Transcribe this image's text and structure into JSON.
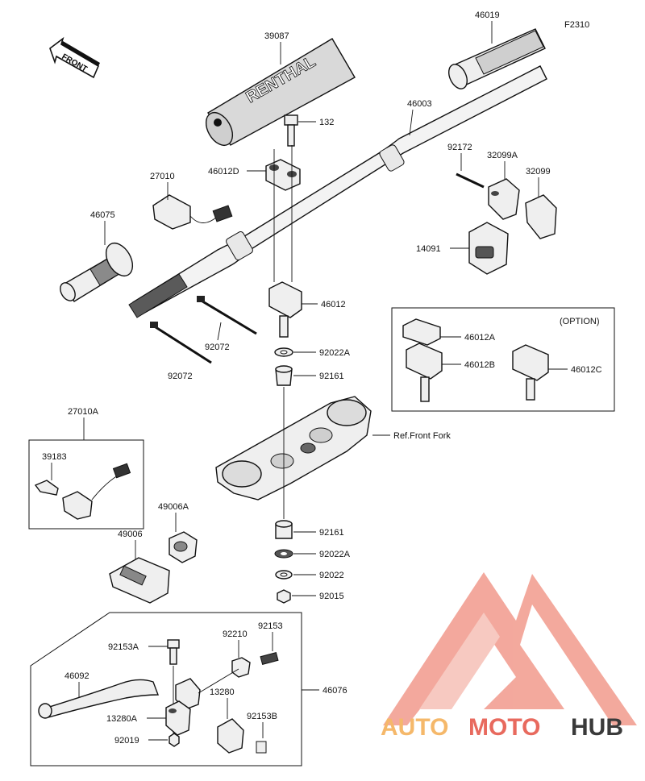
{
  "figure_code": "F2310",
  "front_marker": "FRONT",
  "ref_note": "Ref.Front Fork",
  "option_label": "(OPTION)",
  "labels": {
    "p39087": "39087",
    "p46019": "46019",
    "p132": "132",
    "p46003": "46003",
    "p46012D": "46012D",
    "p27010": "27010",
    "p92172": "92172",
    "p32099A": "32099A",
    "p32099": "32099",
    "p46075": "46075",
    "p14091": "14091",
    "p46012": "46012",
    "p92072a": "92072",
    "p92072b": "92072",
    "p92022A_top": "92022A",
    "p92161_top": "92161",
    "p46012A": "46012A",
    "p46012B": "46012B",
    "p46012C": "46012C",
    "p27010A": "27010A",
    "p39183": "39183",
    "p49006A": "49006A",
    "p49006": "49006",
    "p92161_bot": "92161",
    "p92022A_bot": "92022A",
    "p92022": "92022",
    "p92015": "92015",
    "p92153": "92153",
    "p92153A": "92153A",
    "p92210": "92210",
    "p46092": "46092",
    "p13280": "13280",
    "p46076": "46076",
    "p13280A": "13280A",
    "p92153B": "92153B",
    "p92019": "92019"
  },
  "pad_brand": "RENTHAL",
  "watermark": {
    "part1": "AUTO",
    "part2": "MOTO",
    "part3": "HUB",
    "color1": "#f5b86a",
    "color2": "#e86a5e",
    "color3": "#3a3a3a",
    "logo_color": "#f08070"
  }
}
